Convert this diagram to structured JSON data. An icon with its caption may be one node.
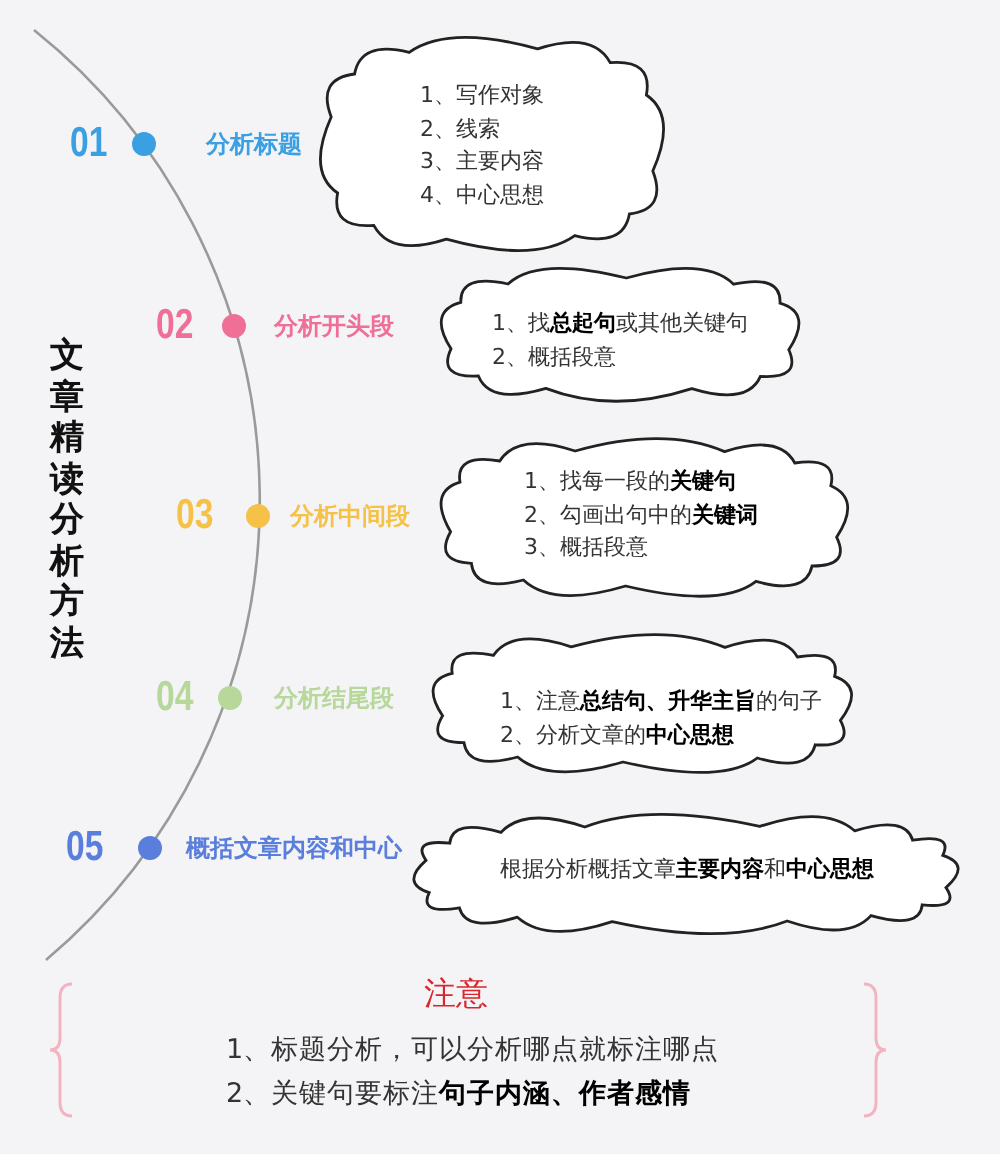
{
  "diagram": {
    "title": "文章精读分析方法",
    "nodes": [
      {
        "text": [
          "1、写作对象",
          "2、线索",
          "3、主要内容",
          "4、中心思想"
        ],
        "beside": [
          "01",
          "分析标题"
        ]
      },
      {
        "text": [
          "1、找**总起句**或其他关键句",
          "2、概括段意"
        ],
        "beside": [
          "02",
          "分析开头段"
        ]
      },
      {
        "text": [
          "1、找每一段的**关键句**",
          "2、勾画出句中的**关键词**",
          "3、概括段意"
        ],
        "beside": [
          "03",
          "分析中间段"
        ]
      },
      {
        "text": [
          "1、注意**总结句、升华主旨**的句子",
          "2、分析文章的**中心思想**"
        ],
        "beside": [
          "04",
          "分析结尾段"
        ]
      },
      {
        "text": [
          "根据分析概括文章**主要内容**和**中心思想**"
        ],
        "beside": [
          "05",
          "概括文章内容和中心"
        ]
      }
    ],
    "labels": [
      "注意",
      "1、标题分析，可以分析哪点就标注哪点",
      "2、关键句要标注**句子内涵、作者感情**"
    ]
  }
}
